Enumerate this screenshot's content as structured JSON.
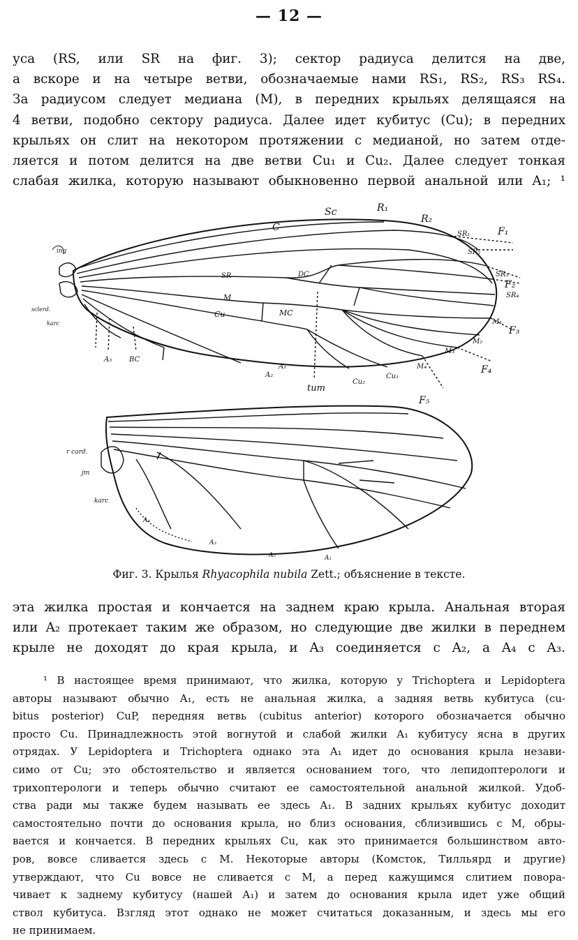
{
  "page_number": "— 12 —",
  "paragraph1": {
    "lines": [
      "уса (RS, или SR на фиг. 3); сектор радиуса делится на две,",
      "а вскоре и на четыре ветви, обозначаемые нами RS₁, RS₂, RS₃ RS₄.",
      "За радиусом следует медиана (М), в передних крыльях делящаяся на",
      "4 ветви, подобно сектору радиуса. Далее идет кубитус (Cu); в передних",
      "крыльях он слит на некотором протяжении с медианой, но затем отде-",
      "ляется и потом делится на две ветви Cu₁ и Cu₂. Далее следует тонкая",
      "слабая жилка, которую называют обыкновенно первой анальной или A₁; ¹"
    ]
  },
  "figure": {
    "upper_wing_labels": [
      "Sc",
      "R₁",
      "R₂",
      "C",
      "SR₁",
      "SR₂",
      "SR₃",
      "SR₄",
      "F₁",
      "F₂",
      "F₃",
      "F₄",
      "F₅",
      "SR",
      "DC",
      "M",
      "MC",
      "Cu",
      "M₁",
      "M₂",
      "M₃",
      "M₄",
      "Cu₁",
      "Cu₂",
      "A₁",
      "A₂",
      "A₃",
      "BC",
      "tum",
      "ing",
      "sclerd.",
      "karc"
    ],
    "lower_wing_labels": [
      "r card.",
      "jm",
      "karc",
      "A₄",
      "A₃",
      "A₂",
      "A₁"
    ],
    "caption_prefix": "Фиг. 3. Крылья ",
    "caption_species": "Rhyacophila nubila",
    "caption_suffix": " Zett.; объяснение в тексте."
  },
  "paragraph2": {
    "lines": [
      "эта жилка простая и кончается на заднем краю крыла. Анальная вторая",
      "или A₂ протекает таким же образом, но следующие две жилки в переднем",
      "крыле не доходят до края крыла, и A₃ соединяется с A₂, а A₄ с A₃."
    ]
  },
  "footnote": {
    "lines": [
      "¹ В настоящее время принимают, что жилка, которую у Trichoptera и Lepidoptera",
      "авторы называют обычно A₁, есть не анальная жилка, а задняя ветвь кубитуса (cu-",
      "bitus posterior) CuP, передняя ветвь (cubitus anterior) которого обозначается обычно",
      "просто Cu. Принадлежность этой вогнутой и слабой жилки A₁ кубитусу ясна в других",
      "отрядах. У Lepidoptera и Trichoptera однако эта A₁ идет до основания крыла незави-",
      "симо от Cu; это обстоятельство и является основанием того, что лепидоптерологи и",
      "трихоптерологи и теперь обычно считают ее самостоятельной анальной жилкой. Удоб-",
      "ства ради мы также будем называть ее здесь A₁. В задних крыльях кубитус доходит",
      "самостоятельно почти до основания крыла, но близ основания, сблизившись с M, обры-",
      "вается и кончается. В передних крыльях Cu, как это принимается большинством авто-",
      "ров, вовсе сливается здесь с M. Некоторые авторы (Комсток, Тилльярд и другие)",
      "утверждают, что Cu вовсе не сливается с M, а перед кажущимся слитием поворa-",
      "чивает к заднему кубитусу (нашей A₁) и затем до основания крыла идет уже общий",
      "ствол кубитуса. Взгляд этот однако не может считаться доказанным, и здесь мы его",
      "не принимаем."
    ]
  }
}
